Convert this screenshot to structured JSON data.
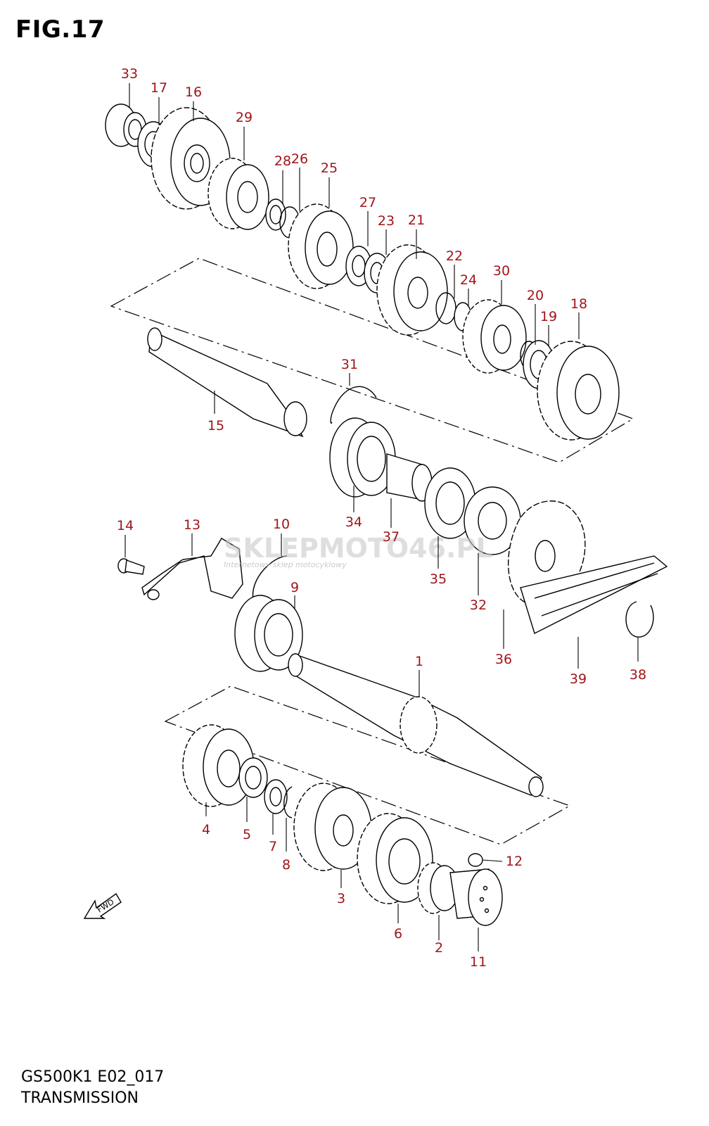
{
  "figure": {
    "title": "FIG.17",
    "code": "GS500K1 E02_017",
    "caption": "TRANSMISSION"
  },
  "watermark": {
    "brand": "SKLEPMOTO46.PL",
    "tagline": "Internetowy sklep motocyklowy"
  },
  "fwd_label": "FWD",
  "colors": {
    "label": "#a0151b",
    "ink": "#000000"
  },
  "parts": [
    "1",
    "2",
    "3",
    "4",
    "5",
    "6",
    "7",
    "8",
    "9",
    "10",
    "11",
    "12",
    "13",
    "14",
    "15",
    "16",
    "17",
    "18",
    "19",
    "20",
    "21",
    "22",
    "23",
    "24",
    "25",
    "26",
    "27",
    "28",
    "29",
    "30",
    "31",
    "32",
    "33",
    "34",
    "35",
    "36",
    "37",
    "38",
    "39"
  ]
}
